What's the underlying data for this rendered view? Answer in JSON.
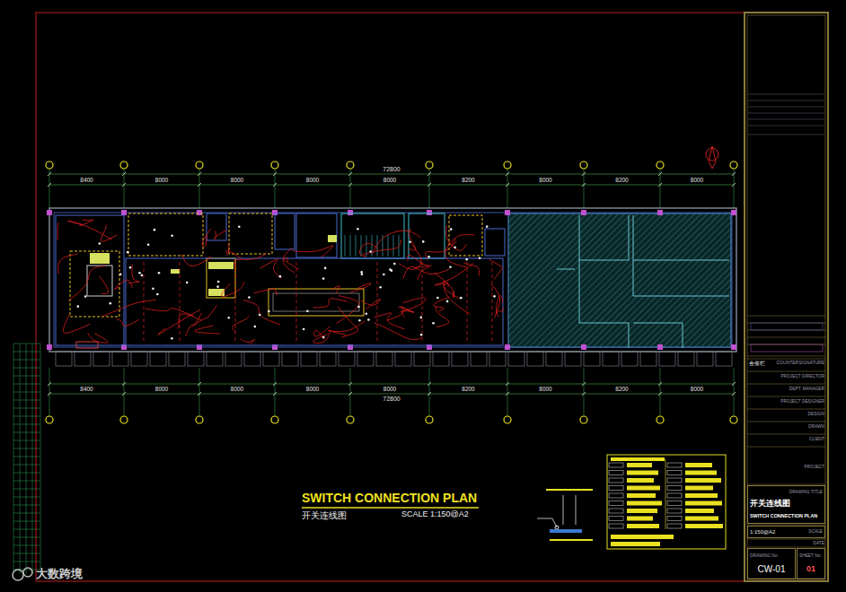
{
  "diagram": {
    "title": "SWITCH CONNECTION PLAN",
    "nodes": [
      {
        "text": [
          "DRAWING TITLE",
          "开关连线图",
          "SWITCH CONNECTION PLAN"
        ]
      },
      {
        "text": [
          "1:150@A2",
          "SCALE"
        ]
      },
      {
        "text": [
          "DRAWING No.",
          "CW-01"
        ]
      },
      {
        "text": [
          "SHEET No.",
          "01"
        ]
      }
    ],
    "labels": [
      "72800",
      "8400",
      "8000",
      "8000",
      "8000",
      "8000",
      "8200",
      "8000",
      "8200",
      "8000",
      "8400",
      "8000",
      "8000",
      "8000",
      "8000",
      "8200",
      "8000",
      "8200",
      "8000",
      "72800",
      "开关连线图",
      "SCALE 1:150@A2",
      "会签栏",
      "COUNTERSIGNATURE",
      "PROJECT DIRECTOR",
      "DEPT. MANAGER",
      "PROJECT DESIGNER",
      "DESIGN",
      "DRAWN",
      "CLIENT",
      "PROJECT",
      "DATE",
      "大数跨境"
    ]
  }
}
